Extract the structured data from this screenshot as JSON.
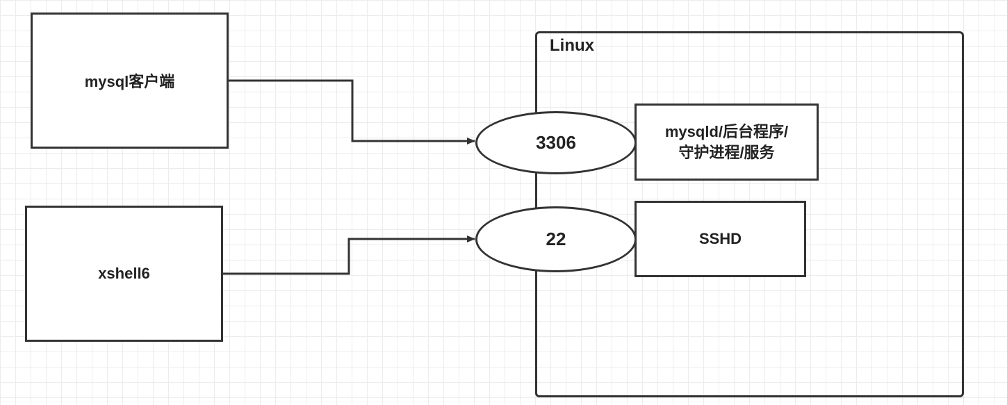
{
  "nodes": {
    "mysql_client": {
      "label": "mysql客户端"
    },
    "xshell": {
      "label": "xshell6"
    },
    "linux": {
      "title": "Linux"
    },
    "port_3306": {
      "label": "3306"
    },
    "port_22": {
      "label": "22"
    },
    "mysqld": {
      "line1": "mysqld/后台程序/",
      "line2": "守护进程/服务"
    },
    "sshd": {
      "label": "SSHD"
    }
  },
  "colors": {
    "stroke": "#333333",
    "grid": "#ececec",
    "background": "#ffffff"
  }
}
